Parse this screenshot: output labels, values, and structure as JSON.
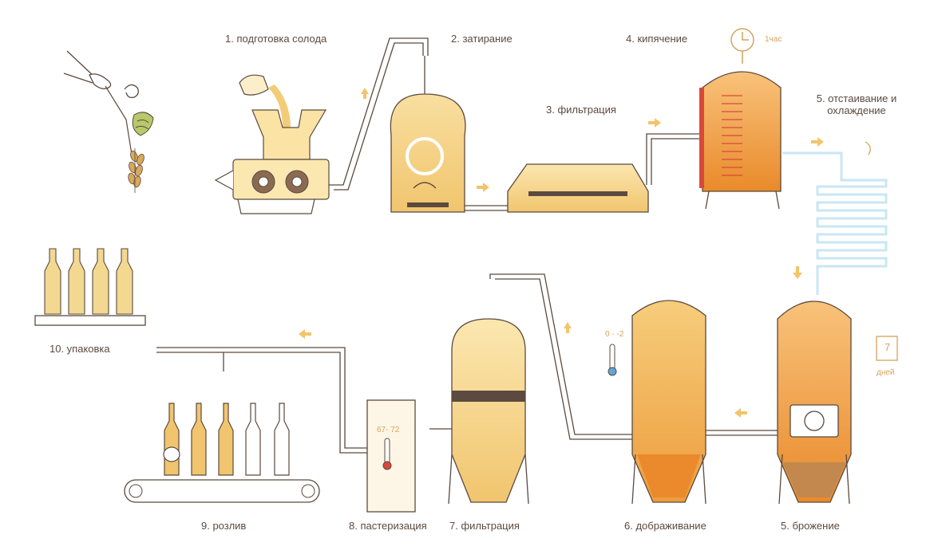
{
  "steps": {
    "s1": "1. подготовка солода",
    "s2": "2. затирание",
    "s3": "3. фильтрация",
    "s4": "4. кипячение",
    "s5_cool": "5. отстаивание и охлаждение",
    "s5_ferm": "5. брожение",
    "s6": "6. дображивание",
    "s7": "7. фильтрация",
    "s8": "8. пастеризация",
    "s9": "9. розлив",
    "s10": "10. упаковка"
  },
  "annotations": {
    "boil_time": "1час",
    "ferm_days_num": "7",
    "ferm_days_unit": "дней",
    "cold_temp": "0 - -2",
    "past_temp": "67- 72"
  },
  "colors": {
    "outline": "#5a4a3f",
    "beer_light": "#f5d58a",
    "beer_amber": "#f0a84a",
    "beer_dark": "#e8892a",
    "cream": "#fbeec8",
    "arrow": "#f3c46a",
    "ice": "#c9e6f5",
    "thermo": "#d9483b"
  }
}
